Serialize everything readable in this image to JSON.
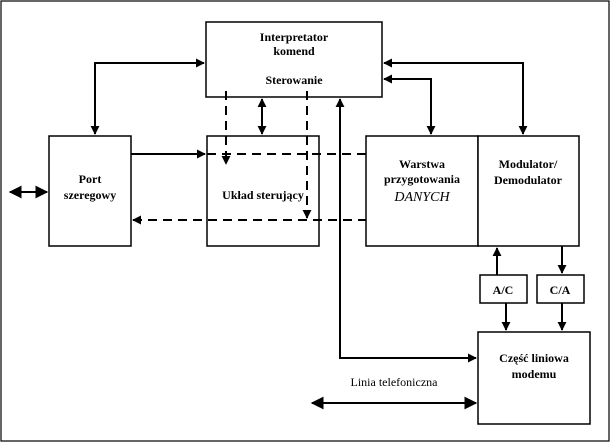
{
  "blocks": {
    "interpreter": {
      "line1": "Interpretator",
      "line2": "komend",
      "line3": "Sterowanie"
    },
    "port": {
      "line1": "Port",
      "line2": "szeregowy"
    },
    "uklad": {
      "line1": "Układ sterujący"
    },
    "warstwa": {
      "line1": "Warstwa",
      "line2": "przygotowania",
      "line3": "DANYCH"
    },
    "modulator": {
      "line1": "Modulator/",
      "line2": "Demodulator"
    },
    "ac": {
      "line1": "A/C"
    },
    "ca": {
      "line1": "C/A"
    },
    "czesc": {
      "line1": "Część liniowa",
      "line2": "modemu"
    }
  },
  "labels": {
    "linia": "Linia telefoniczna"
  }
}
